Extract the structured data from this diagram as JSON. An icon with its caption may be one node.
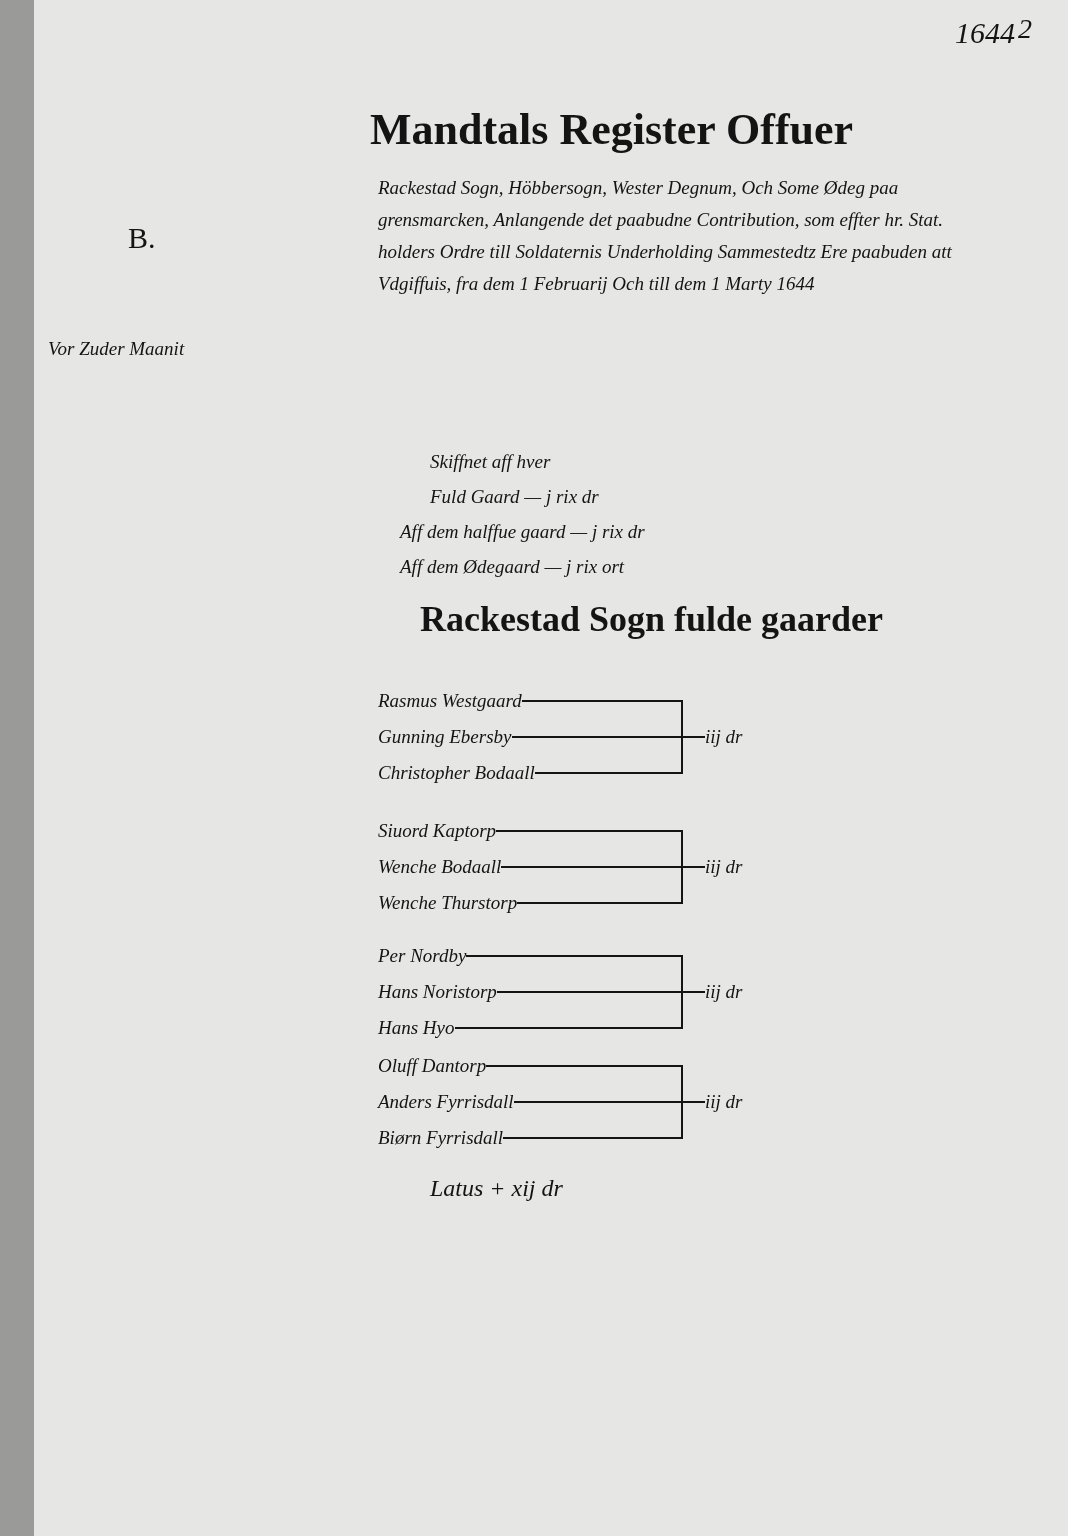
{
  "diagram": {
    "title": "Mandtals Register Offuer",
    "nodes": [
      {
        "text": [
          "Rasmus Westgaard"
        ]
      },
      {
        "text": [
          "Gunning Ebersby"
        ]
      },
      {
        "text": [
          "Christopher Bodaall"
        ]
      },
      {
        "text": [
          "iij dr"
        ]
      },
      {
        "text": [
          "Siuord Kaptorp"
        ]
      },
      {
        "text": [
          "Wenche Bodaall"
        ]
      },
      {
        "text": [
          "Wenche Thurstorp"
        ]
      },
      {
        "text": [
          "iij dr"
        ]
      },
      {
        "text": [
          "Per Nordby"
        ]
      },
      {
        "text": [
          "Hans Noristorp"
        ]
      },
      {
        "text": [
          "Hans Hyo"
        ]
      },
      {
        "text": [
          "iij dr"
        ]
      },
      {
        "text": [
          "Oluff Dantorp"
        ]
      },
      {
        "text": [
          "Anders Fyrrisdall"
        ]
      },
      {
        "text": [
          "Biørn Fyrrisdall"
        ]
      },
      {
        "text": [
          "iij dr"
        ]
      }
    ],
    "edges": [
      {
        "from": 0,
        "to": 3,
        "arrow": "none"
      },
      {
        "from": 1,
        "to": 3,
        "arrow": "none"
      },
      {
        "from": 2,
        "to": 3,
        "arrow": "none"
      },
      {
        "from": 4,
        "to": 7,
        "arrow": "none"
      },
      {
        "from": 5,
        "to": 7,
        "arrow": "none"
      },
      {
        "from": 6,
        "to": 7,
        "arrow": "none"
      },
      {
        "from": 8,
        "to": 11,
        "arrow": "none"
      },
      {
        "from": 9,
        "to": 11,
        "arrow": "none"
      },
      {
        "from": 10,
        "to": 11,
        "arrow": "none"
      },
      {
        "from": 12,
        "to": 15,
        "arrow": "none"
      },
      {
        "from": 13,
        "to": 15,
        "arrow": "none"
      },
      {
        "from": 14,
        "to": 15,
        "arrow": "none"
      }
    ],
    "labels": [
      "1644",
      "2",
      "B.",
      "Vor Zuder Maanit",
      "Rackestad Sogn, Höbbersogn, Wester Degnum, Och Some Ødeg paa grensmarcken, Anlangende det paabudne Contribution, som effter hr. Stat. holders Ordre till Soldaternis Underholding Sammestedtz Ere paabuden att Vdgiffuis, fra dem 1 Februarij Och till dem 1 Marty 1644",
      "Skiffnet aff hver",
      "Fuld Gaard — j rix dr",
      "Aff dem halffue gaard — j rix dr",
      "Aff dem Ødegaard — j rix ort",
      "Rackestad Sogn fulde gaarder",
      "Latus + xij dr"
    ]
  }
}
